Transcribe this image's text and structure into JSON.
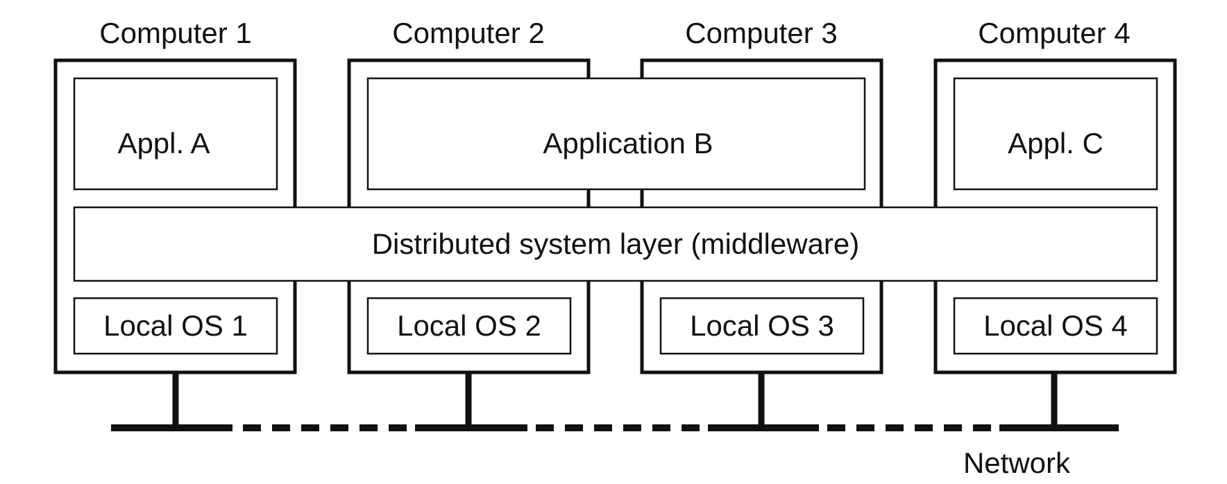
{
  "diagram": {
    "computers": [
      {
        "label": "Computer 1",
        "os": "Local OS 1"
      },
      {
        "label": "Computer 2",
        "os": "Local OS 2"
      },
      {
        "label": "Computer 3",
        "os": "Local OS 3"
      },
      {
        "label": "Computer 4",
        "os": "Local OS 4"
      }
    ],
    "applications": [
      {
        "label": "Appl. A"
      },
      {
        "label": "Application B"
      },
      {
        "label": "Appl. C"
      }
    ],
    "middleware": {
      "label": "Distributed system layer (middleware)"
    },
    "network": {
      "label": "Network"
    },
    "colors": {
      "stroke": "#111111",
      "box_fill": "#ffffff",
      "background": "#ffffff"
    }
  }
}
